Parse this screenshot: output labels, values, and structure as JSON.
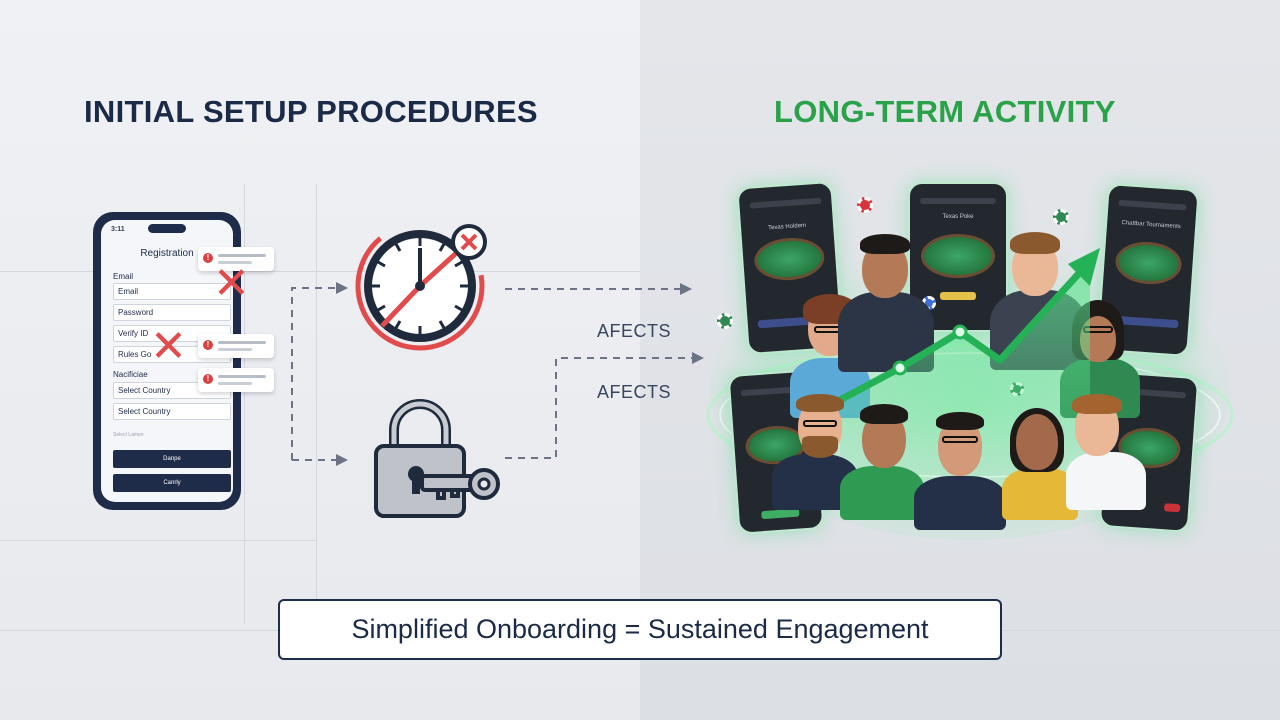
{
  "headings": {
    "left": "INITIAL SETUP PROCEDURES",
    "right": "LONG-TERM ACTIVITY"
  },
  "registration_phone": {
    "status": "3:11",
    "title": "Registration",
    "email_label": "Email",
    "email_value": "Email",
    "password_value": "Password",
    "verify_value": "Verify ID",
    "second_value": "Rules Go",
    "section_label": "Nacificiae",
    "country1": "Select Country",
    "country2": "Select Country",
    "hint": "Select Lamen",
    "btn1": "Danpe",
    "btn2": "Canrly"
  },
  "arrows": {
    "label_top": "AFECTS",
    "label_bottom": "AFECTS"
  },
  "caption": "Simplified Onboarding = Sustained Engagement",
  "game_phones": {
    "p1_title": "Texas Holdem",
    "p2_title": "Texas Poke",
    "p3_title": "Chattbar Tournaments"
  },
  "colors": {
    "navy": "#1b2a47",
    "green": "#2aa24a",
    "red": "#e24b4b"
  }
}
